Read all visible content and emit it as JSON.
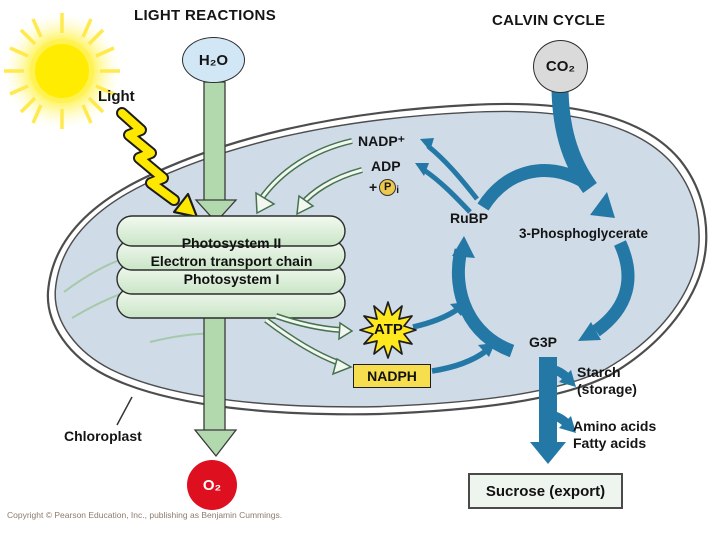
{
  "titles": {
    "light_reactions": "LIGHT REACTIONS",
    "calvin_cycle": "CALVIN CYCLE"
  },
  "labels": {
    "light": "Light",
    "h2o": "H₂O",
    "co2": "CO₂",
    "o2": "O₂",
    "nadp": "NADP⁺",
    "adp": "ADP",
    "plus": "+",
    "p": "P",
    "i_sub": "i",
    "rubp": "RuBP",
    "phosphoglycerate": "3-Phosphoglycerate",
    "g3p": "G3P",
    "atp": "ATP",
    "nadph": "NADPH",
    "starch1": "Starch",
    "starch2": "(storage)",
    "amino_acids": "Amino acids",
    "fatty_acids": "Fatty acids",
    "sucrose": "Sucrose (export)",
    "chloroplast": "Chloroplast",
    "stack_line1": "Photosystem II",
    "stack_line2": "Electron transport chain",
    "stack_line3": "Photosystem I"
  },
  "footer": {
    "copyright": "Copyright © Pearson Education, Inc., publishing as Benjamin Cummings."
  },
  "colors": {
    "blue_arrow": "#2478a6",
    "chloroplast_fill": "#cfdbe7",
    "membrane_outline": "#4d4d4d",
    "thylakoid_green": "#d9eed7",
    "light_green_arrow": "#b2d9ae",
    "sun_yellow": "#ffec00",
    "atp_yellow": "#ffe81e",
    "nadph_yellow": "#f6de4e",
    "o2_red": "#de0f1e",
    "h2o_blue": "#d2e7f6",
    "co2_gray": "#dadada"
  }
}
